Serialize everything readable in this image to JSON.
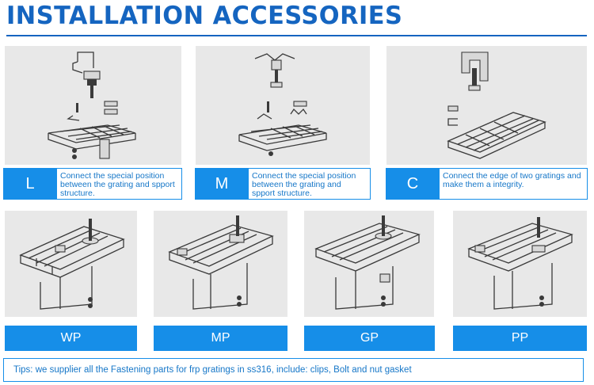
{
  "title": "INSTALLATION ACCESSORIES",
  "top_row": [
    {
      "code": "L",
      "description": "Connect the special position between the grating and spport structure."
    },
    {
      "code": "M",
      "description": "Connect the special position between the grating and spport structure."
    },
    {
      "code": "C",
      "description": "Connect the edge of two gratings and make them a integrity."
    }
  ],
  "bottom_row": [
    {
      "code": "WP"
    },
    {
      "code": "MP"
    },
    {
      "code": "GP"
    },
    {
      "code": "PP"
    }
  ],
  "tips": "Tips: we supplier all the Fastening parts for frp gratings in ss316, include: clips, Bolt and nut gasket"
}
